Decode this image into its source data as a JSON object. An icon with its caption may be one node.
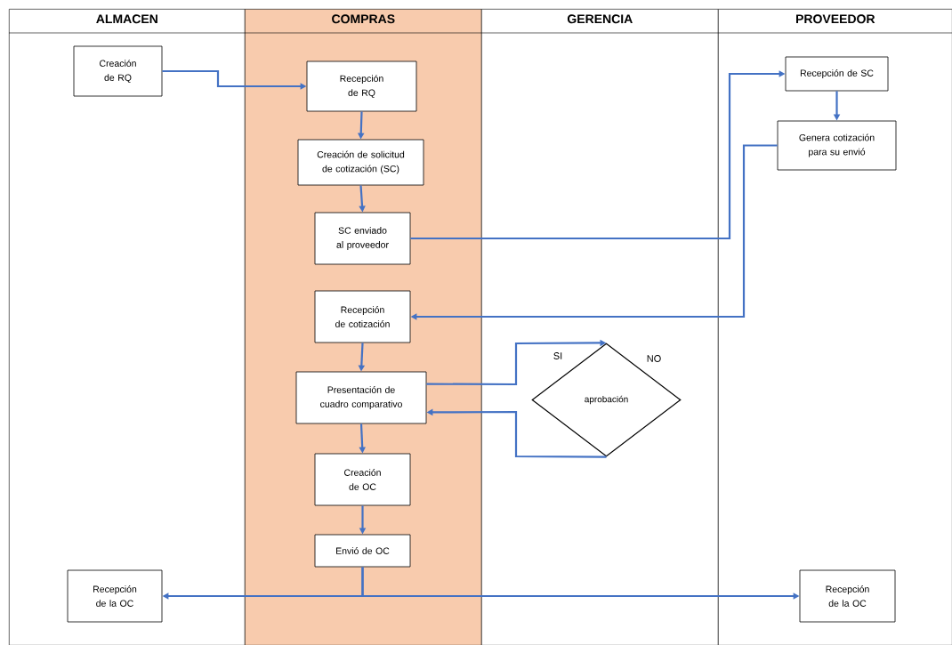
{
  "diagram": {
    "nodes": [
      {
        "text": [
          "ALMACEN"
        ]
      },
      {
        "text": [
          "COMPRAS"
        ]
      },
      {
        "text": [
          "GERENCIA"
        ]
      },
      {
        "text": [
          "PROVEEDOR"
        ]
      },
      {
        "text": [
          "Creación de RQ"
        ],
        "in": 0
      },
      {
        "text": [
          "Recepción de RQ"
        ],
        "in": 1
      },
      {
        "text": [
          "Creación de solicitud de cotización (SC)"
        ],
        "in": 1
      },
      {
        "text": [
          "SC enviado al proveedor"
        ],
        "in": 1
      },
      {
        "text": [
          "Recepción de cotización"
        ],
        "in": 1
      },
      {
        "text": [
          "Presentación de cuadro comparativo"
        ],
        "in": 1
      },
      {
        "text": [
          "Creación de OC"
        ],
        "in": 1
      },
      {
        "text": [
          "Envió de OC"
        ],
        "in": 1
      },
      {
        "text": [
          "aprobación"
        ],
        "in": 2
      },
      {
        "text": [
          "Recepción de SC"
        ],
        "in": 3
      },
      {
        "text": [
          "Genera cotización para su envió"
        ],
        "in": 3
      },
      {
        "text": [
          "Recepción de la OC"
        ],
        "in": 0
      },
      {
        "text": [
          "Recepción de la OC"
        ],
        "in": 3
      }
    ],
    "edges": [
      {
        "from": 4,
        "to": 5,
        "arrow": "to"
      },
      {
        "from": 5,
        "to": 6,
        "arrow": "to"
      },
      {
        "from": 6,
        "to": 7,
        "arrow": "to"
      },
      {
        "from": 7,
        "to": 13,
        "arrow": "to"
      },
      {
        "from": 13,
        "to": 14,
        "arrow": "to"
      },
      {
        "from": 14,
        "to": 8,
        "arrow": "to"
      },
      {
        "from": 8,
        "to": 9,
        "arrow": "to"
      },
      {
        "from": 9,
        "to": 12,
        "arrow": "to",
        "label": "SI"
      },
      {
        "from": 12,
        "to": 9,
        "arrow": "to"
      },
      {
        "from": 9,
        "to": 10,
        "arrow": "to"
      },
      {
        "from": 10,
        "to": 11,
        "arrow": "to"
      },
      {
        "from": 11,
        "to": 15,
        "arrow": "to"
      },
      {
        "from": 11,
        "to": 16,
        "arrow": "to"
      }
    ],
    "labels": [
      "NO"
    ]
  }
}
